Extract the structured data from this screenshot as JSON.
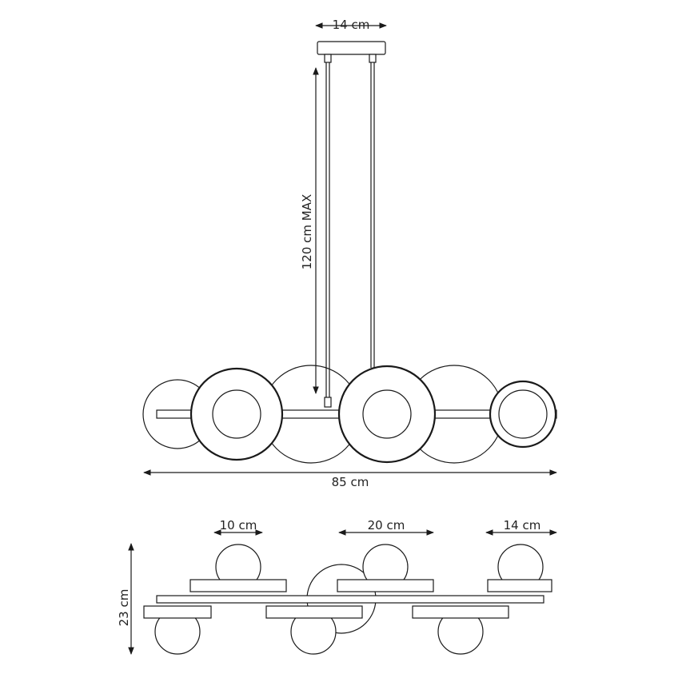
{
  "title": "Pendant lamp dimension drawing",
  "line_color": "#1a1a1a",
  "top_view": {
    "canopy_width_label": "14 cm",
    "drop_height_label": "120 cm MAX",
    "overall_width_label": "85 cm"
  },
  "side_view": {
    "shade_small_label": "10 cm",
    "shade_medium_label": "20 cm",
    "shade_large_label": "14 cm",
    "height_label": "23 cm"
  }
}
